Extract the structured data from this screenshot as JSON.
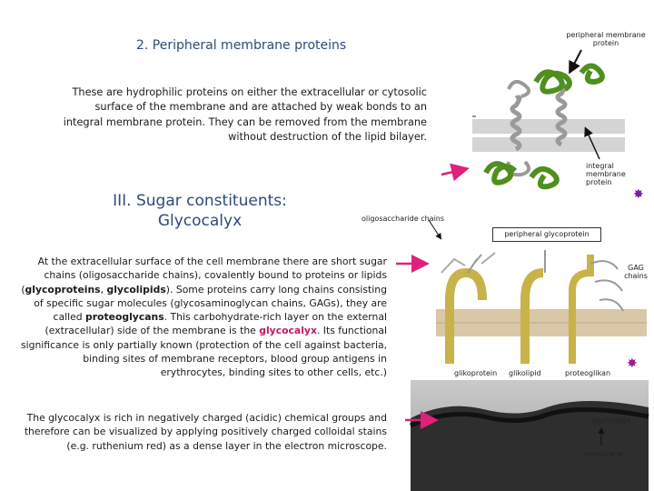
{
  "heading_peripheral": "2. Peripheral membrane proteins",
  "peripheral_text": "These are hydrophilic proteins on either the extracellular or cytosolic surface of the membrane and are attached by weak bonds to an integral membrane protein. They can be removed from the membrane without destruction of the lipid bilayer.",
  "heading_sugar": "III. Sugar constituents: Glycocalyx",
  "para_glyco": {
    "t1": "At  the  extracellular surface of the cell membrane there are short sugar chains (oligosaccharide chains), covalently bound to proteins or lipids (",
    "glycoproteins": "glycoproteins",
    "t2": ", ",
    "glycolipids": "glycolipids",
    "t3": "). Some proteins carry  long  chains consisting of specific sugar molecules (glycosaminoglycan chains, GAGs), they are called ",
    "proteoglycans": "proteoglycans",
    "t4": ". This carbohydrate-rich layer on the external (extracellular) side of the membrane is the ",
    "glycocalyx": "glycocalyx",
    "t5": ". Its functional significance is only partially known (protection of the cell against bacteria, binding sites of membrane receptors, blood group antigens in erythrocytes, binding sites to other cells, etc.)"
  },
  "para_stain": "The glycocalyx is rich in negatively charged (acidic) chemical groups and therefore can be visualized by applying positively charged  colloidal stains (e.g. ruthenium red) as a dense layer in the electron microscope.",
  "labels": {
    "peripheral_membrane_protein": "peripheral membrane protein",
    "integral_membrane_protein": "integral membrane protein",
    "oligosaccharide_chains": "oligosaccharide chains",
    "peripheral_glycoprotein": "peripheral glycoprotein",
    "gag_chains": "GAG chains",
    "glikoprotein": "glikoprotein",
    "glikolipid": "glikolipid",
    "proteoglikan": "proteoglikan",
    "glycocalyx": "glycocalyx",
    "membrane": "membrane"
  },
  "colors": {
    "heading": "#2f4a7a",
    "highlight": "#c2186b",
    "arrow": "#e0207a",
    "protein_green": "#4f8f1f",
    "lipid_gray": "#a8a8a8",
    "membrane_tan": "#d9c8a8"
  }
}
